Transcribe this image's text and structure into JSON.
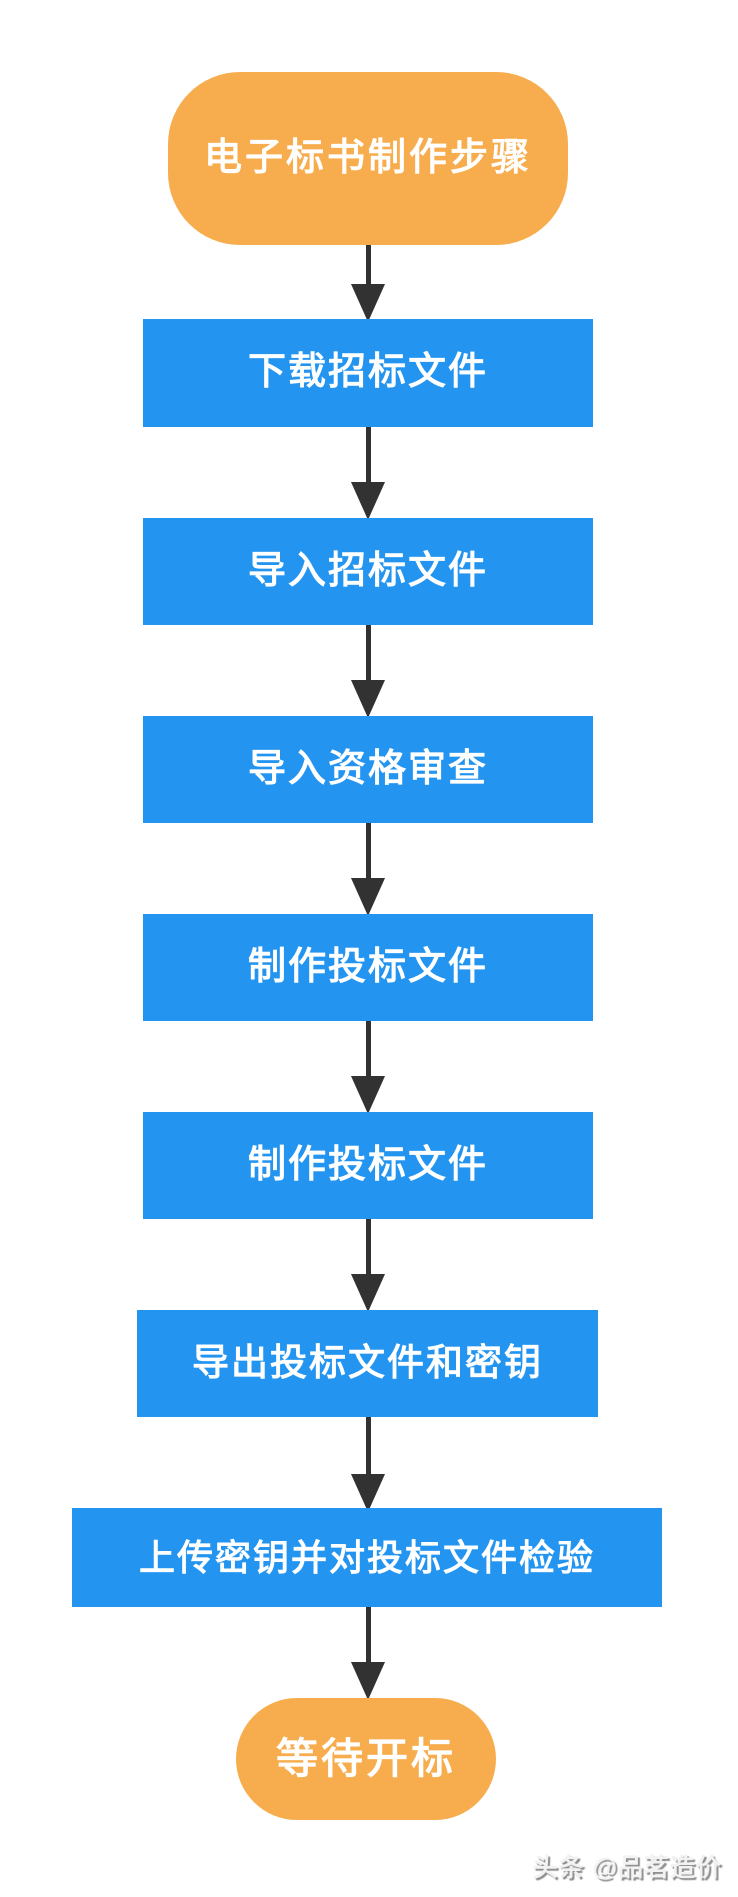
{
  "diagram": {
    "start": {
      "label": "电子标书制作步骤",
      "shape": "rounded-terminal"
    },
    "steps": [
      {
        "label": "下载招标文件"
      },
      {
        "label": "导入招标文件"
      },
      {
        "label": "导入资格审查"
      },
      {
        "label": "制作投标文件"
      },
      {
        "label": "制作投标文件"
      },
      {
        "label": "导出投标文件和密钥"
      },
      {
        "label": "上传密钥并对投标文件检验"
      }
    ],
    "end": {
      "label": "等待开标",
      "shape": "rounded-terminal"
    },
    "colors": {
      "terminal_fill": "#f7ad4d",
      "step_fill": "#2395f1",
      "arrow": "#323232",
      "text": "#ffffff",
      "background": "#ffffff"
    }
  },
  "watermark": {
    "text": "头条 @品茗造价"
  }
}
